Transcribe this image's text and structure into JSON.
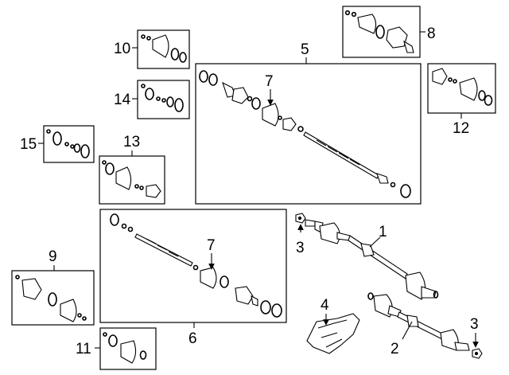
{
  "callouts": {
    "c1": "1",
    "c2": "2",
    "c3a": "3",
    "c3b": "3",
    "c4": "4",
    "c5": "5",
    "c6": "6",
    "c7a": "7",
    "c7b": "7",
    "c8": "8",
    "c9": "9",
    "c10": "10",
    "c11": "11",
    "c12": "12",
    "c13": "13",
    "c14": "14",
    "c15": "15"
  },
  "colors": {
    "line": "#000000",
    "background": "#ffffff"
  }
}
